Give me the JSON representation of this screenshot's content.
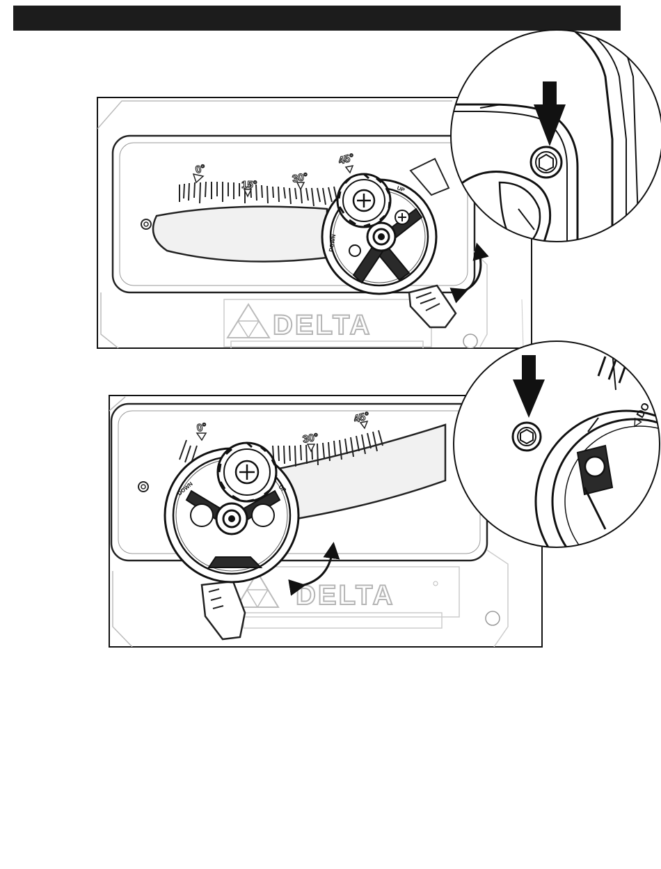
{
  "scale": {
    "deg_0": "0°",
    "deg_15": "15°",
    "deg_30": "30°",
    "deg_45": "45°"
  },
  "brand": {
    "logo_text": "DELTA"
  },
  "handwheel": {
    "up_label": "UP",
    "down_label": "DOWN"
  },
  "callout": {
    "partial_label": "◁ DO"
  }
}
